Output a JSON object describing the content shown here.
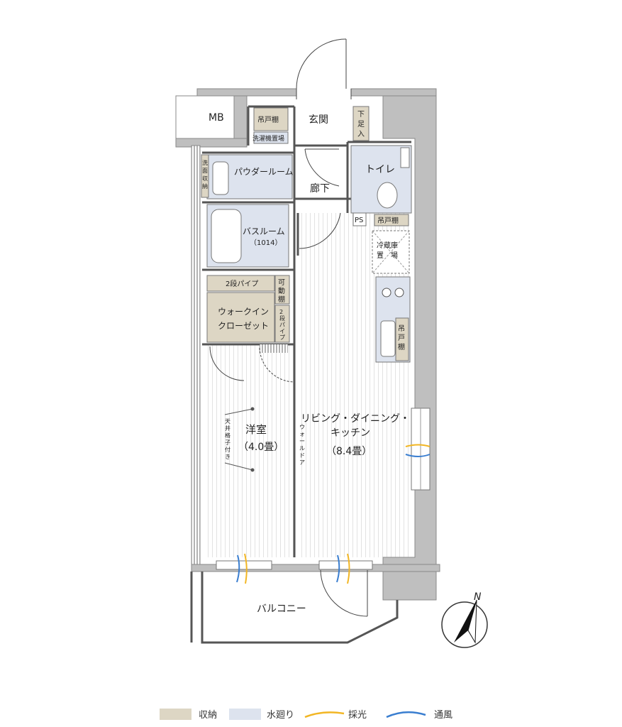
{
  "rooms": {
    "mb": "MB",
    "genkan": "玄関",
    "shoes": [
      "下",
      "足",
      "入"
    ],
    "tana_top": "吊戸棚",
    "washer": "洗濯機置場",
    "toilet": "トイレ",
    "powder_room": "パウダールーム",
    "powder_storage": [
      "洗",
      "面",
      "収",
      "納"
    ],
    "corridor": "廊下",
    "ps": "PS",
    "tana_toilet": "吊戸棚",
    "fridge": [
      "冷蔵庫",
      "置　場"
    ],
    "bath_name": "バスルーム",
    "bath_size": "（1014）",
    "pipe2": "2段パイプ",
    "movable_shelf": [
      "可",
      "動",
      "棚"
    ],
    "wic_line1": "ウォークイン",
    "wic_line2": "クローゼット",
    "pipe2_vertical": [
      "2",
      "段",
      "パ",
      "イ",
      "プ"
    ],
    "kitchen_tana": [
      "吊",
      "戸",
      "棚"
    ],
    "western_name": "洋室",
    "western_size": "（4.0畳）",
    "ceiling_window": [
      "天",
      "井",
      "格",
      "子",
      "付",
      "き"
    ],
    "wall_door": [
      "ウ",
      "ォ",
      "ー",
      "ル",
      "ド",
      "ア"
    ],
    "ldk_line1": "リビング・ダイニング・",
    "ldk_line2": "キッチン",
    "ldk_size": "（8.4畳）",
    "balcony": "バルコニー",
    "north": "N"
  },
  "legend": [
    {
      "label": "収納",
      "color": "#ddd6c4"
    },
    {
      "label": "水廻り",
      "color": "#dde3ee"
    },
    {
      "label": "採光",
      "color": "#f2b624"
    },
    {
      "label": "通風",
      "color": "#3a7ed0"
    }
  ],
  "colors": {
    "storage": "#ddd6c4",
    "water": "#dde3ee",
    "wall": "#bfbfbf",
    "floor_line": "#d9d9d9"
  }
}
